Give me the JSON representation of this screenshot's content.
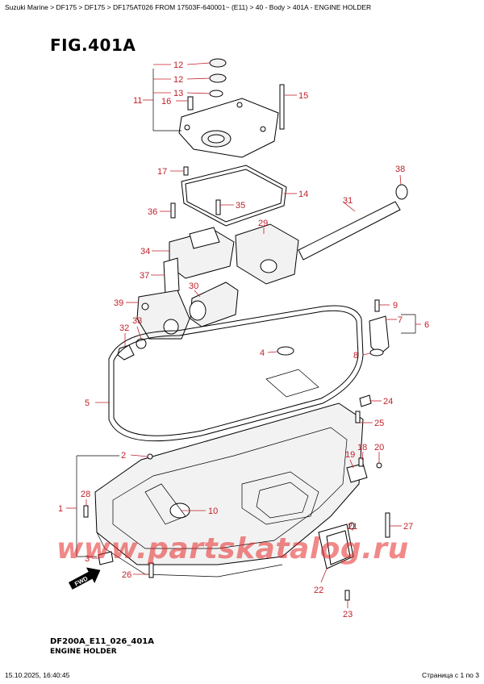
{
  "breadcrumb": "Suzuki Marine > DF175 > DF175 > DF175AT026 FROM 17503F-640001~ (E11) > 40 - Body > 401A - ENGINE HOLDER",
  "figure_title": "FIG.401A",
  "diagram_code": "DF200A_E11_026_401A",
  "caption": "ENGINE HOLDER",
  "watermark": "www.partskatalog.ru",
  "footer_left": "15.10.2025, 16:40:45",
  "footer_right": "Страница с 1 по 3",
  "fwd_label": "FWD",
  "callouts": {
    "c1": "1",
    "c2": "2",
    "c3": "3",
    "c4": "4",
    "c5": "5",
    "c6": "6",
    "c7": "7",
    "c8": "8",
    "c9": "9",
    "c10": "10",
    "c11": "11",
    "c12a": "12",
    "c12b": "12",
    "c13": "13",
    "c14": "14",
    "c15": "15",
    "c16": "16",
    "c17": "17",
    "c18": "18",
    "c19": "19",
    "c20": "20",
    "c21": "21",
    "c22": "22",
    "c23": "23",
    "c24": "24",
    "c25": "25",
    "c26": "26",
    "c27": "27",
    "c28": "28",
    "c29": "29",
    "c30": "30",
    "c31": "31",
    "c32": "32",
    "c33": "33",
    "c34": "34",
    "c35": "35",
    "c36": "36",
    "c37": "37",
    "c38": "38",
    "c39": "39"
  },
  "colors": {
    "callout": "#c0202a",
    "watermark": "#e62828"
  }
}
